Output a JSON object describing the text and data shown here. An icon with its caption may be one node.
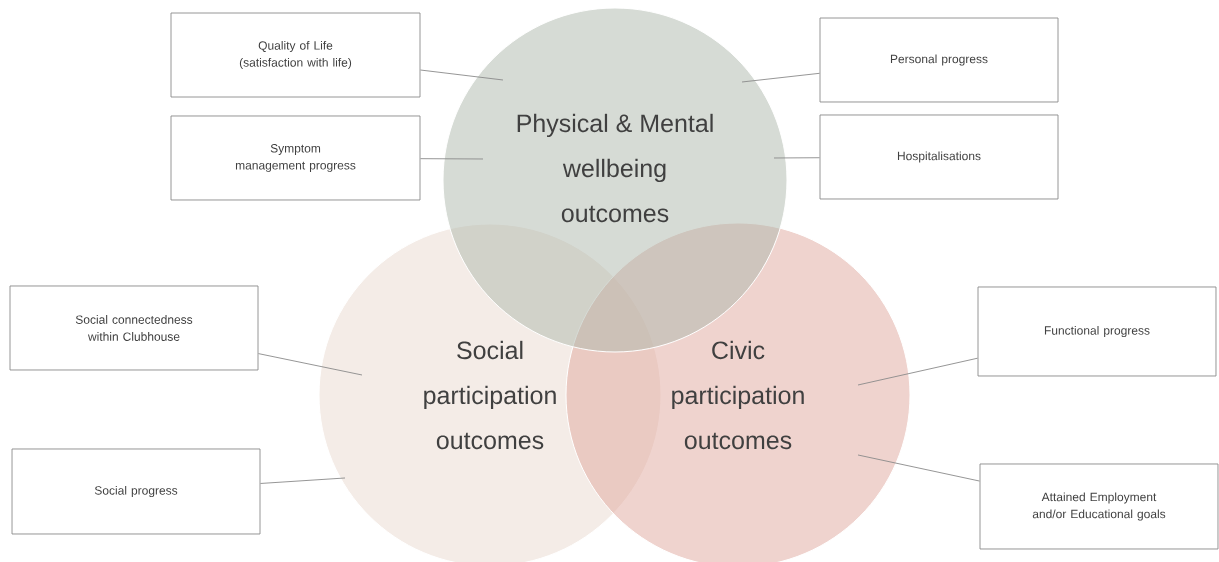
{
  "diagram": {
    "nodes": [
      {
        "text": [
          "Quality of Life (satisfaction with life)"
        ]
      },
      {
        "text": [
          "Personal progress"
        ]
      },
      {
        "text": [
          "Physical & Mental wellbeing outcomes"
        ]
      },
      {
        "text": [
          "Symptom management progress"
        ]
      },
      {
        "text": [
          "Hospitalisations"
        ]
      },
      {
        "text": [
          "Social connectedness within Clubhouse"
        ]
      },
      {
        "text": [
          "Functional progress"
        ]
      },
      {
        "text": [
          "Social participation outcomes"
        ]
      },
      {
        "text": [
          "Civic participation outcomes"
        ]
      },
      {
        "text": [
          "Social progress"
        ]
      },
      {
        "text": [
          "Attained Employment and/or Educational goals"
        ]
      }
    ],
    "edges": [
      {
        "from": 0,
        "to": 2,
        "arrow": "none"
      },
      {
        "from": 3,
        "to": 2,
        "arrow": "none"
      },
      {
        "from": 1,
        "to": 2,
        "arrow": "none"
      },
      {
        "from": 4,
        "to": 2,
        "arrow": "none"
      },
      {
        "from": 5,
        "to": 7,
        "arrow": "none"
      },
      {
        "from": 9,
        "to": 7,
        "arrow": "none"
      },
      {
        "from": 6,
        "to": 8,
        "arrow": "none"
      },
      {
        "from": 10,
        "to": 8,
        "arrow": "none"
      }
    ]
  }
}
